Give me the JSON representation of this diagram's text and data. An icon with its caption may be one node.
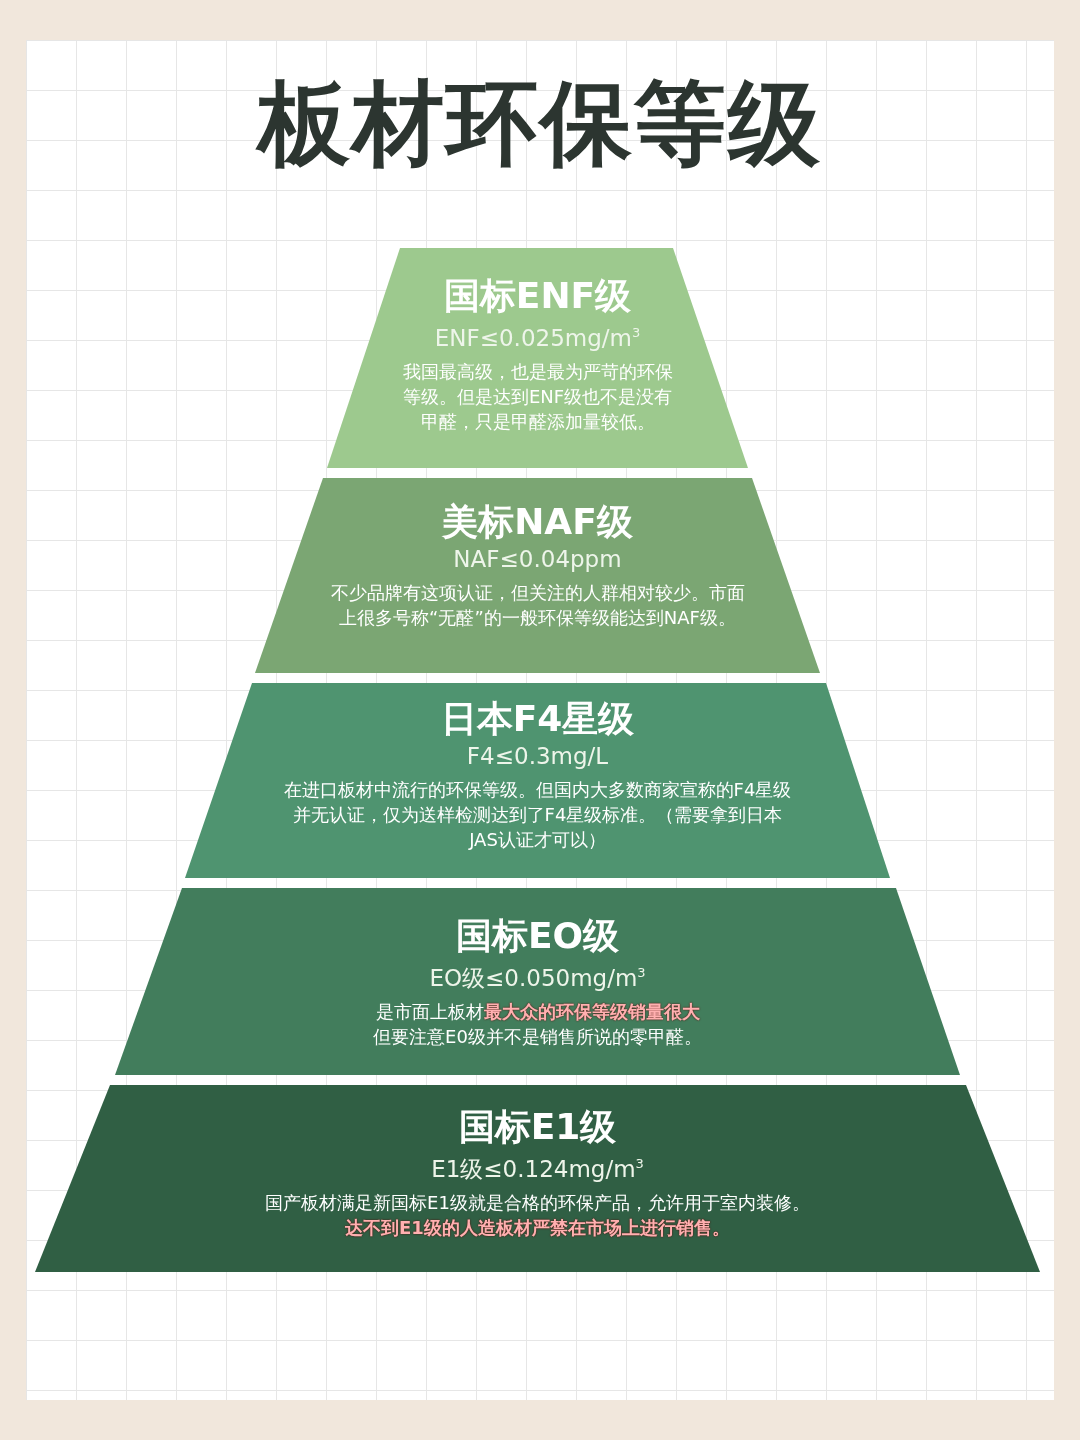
{
  "diagram": {
    "title": "板材环保等级",
    "nodes": [
      {
        "text": [
          "国标ENF级",
          "ENF≤0.025mg/m$^{3}$",
          "我国最高级，也是最为严苛的环保等级。但是达到ENF级也不是没有甲醛，只是甲醛添加量较低。"
        ]
      },
      {
        "text": [
          "美标NAF级",
          "NAF≤0.04ppm",
          "不少品牌有这项认证，但关注的人群相对较少。市面上很多号称“无醛”的一般环保等级能达到NAF级。"
        ]
      },
      {
        "text": [
          "日本F4星级",
          "F4≤0.3mg/L",
          "在进口板材中流行的环保等级。但国内大多数商家宣称的F4星级并无认证，仅为送样检测达到了F4星级标准。（需要拿到日本JAS认证才可以）"
        ]
      },
      {
        "text": [
          "国标EO级",
          "EO级≤0.050mg/m$^{3}$",
          "是市面上板材**最大众的环保等级销量很大**但要注意E0级并不是销售所说的零甲醛。"
        ]
      },
      {
        "text": [
          "国标E1级",
          "E1级≤0.124mg/m$^{3}$",
          "国产板材满足新国标E1级就是合格的环保产品，允许用于室内装修。**达不到E1级的人造板材严禁在市场上进行销售。**"
        ]
      }
    ]
  }
}
